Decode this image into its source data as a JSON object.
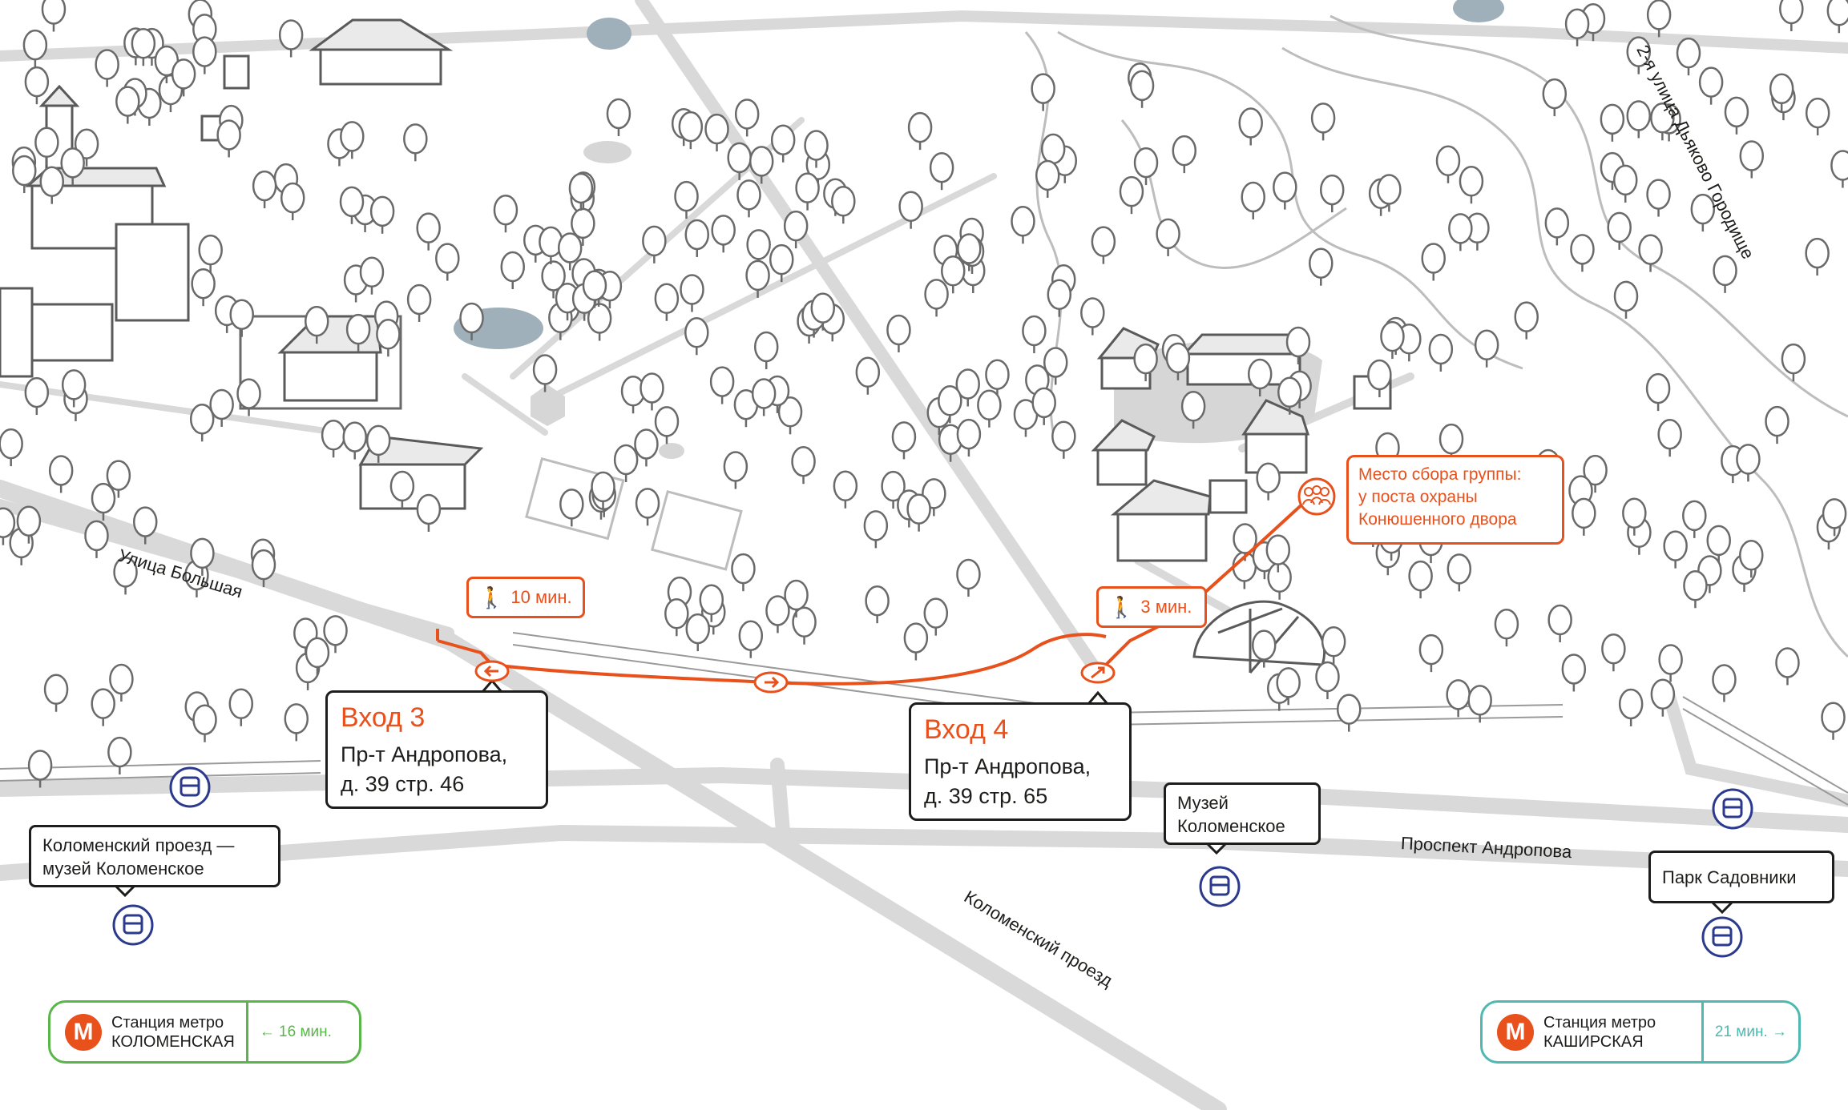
{
  "colors": {
    "route": "#e8501c",
    "text": "#1d1d1b",
    "road": "#d8d8d8",
    "building": "#cfcfcf",
    "water": "#9fb0ba",
    "bus_icon": "#2b3a8c",
    "metro_green": "#5ab54b",
    "metro_teal": "#4fb8b0"
  },
  "streets": {
    "bolshaya": "Улица Большая",
    "dyakovo": "2-я улица Дьяково Городище",
    "andropova": "Проспект Андропова",
    "kolomensky": "Коломенский проезд"
  },
  "entrances": [
    {
      "title": "Вход 3",
      "line1": "Пр-т Андропова,",
      "line2": "д. 39 стр. 46"
    },
    {
      "title": "Вход 4",
      "line1": "Пр-т Андропова,",
      "line2": "д. 39 стр. 65"
    }
  ],
  "walk_times": [
    {
      "label": "10 мин.",
      "icon": "pedestrian-icon"
    },
    {
      "label": "3 мин.",
      "icon": "pedestrian-icon"
    }
  ],
  "meeting_point": {
    "icon": "group-icon",
    "line1": "Место сбора группы:",
    "line2": "у поста охраны",
    "line3": "Конюшенного двора"
  },
  "bus_stops": [
    {
      "line1": "Коломенский проезд —",
      "line2": "музей Коломенское",
      "icon": "bus-icon"
    },
    {
      "line1": "Музей",
      "line2": "Коломенское",
      "icon": "bus-icon"
    },
    {
      "line1": "Парк Садовники",
      "line2": "",
      "icon": "bus-icon"
    }
  ],
  "metro": [
    {
      "logo": "М",
      "line1": "Станция метро",
      "line2": "КОЛОМЕНСКАЯ",
      "time": "← 16 мин."
    },
    {
      "logo": "М",
      "line1": "Станция метро",
      "line2": "КАШИРСКАЯ",
      "time": "21 мин. →"
    }
  ]
}
